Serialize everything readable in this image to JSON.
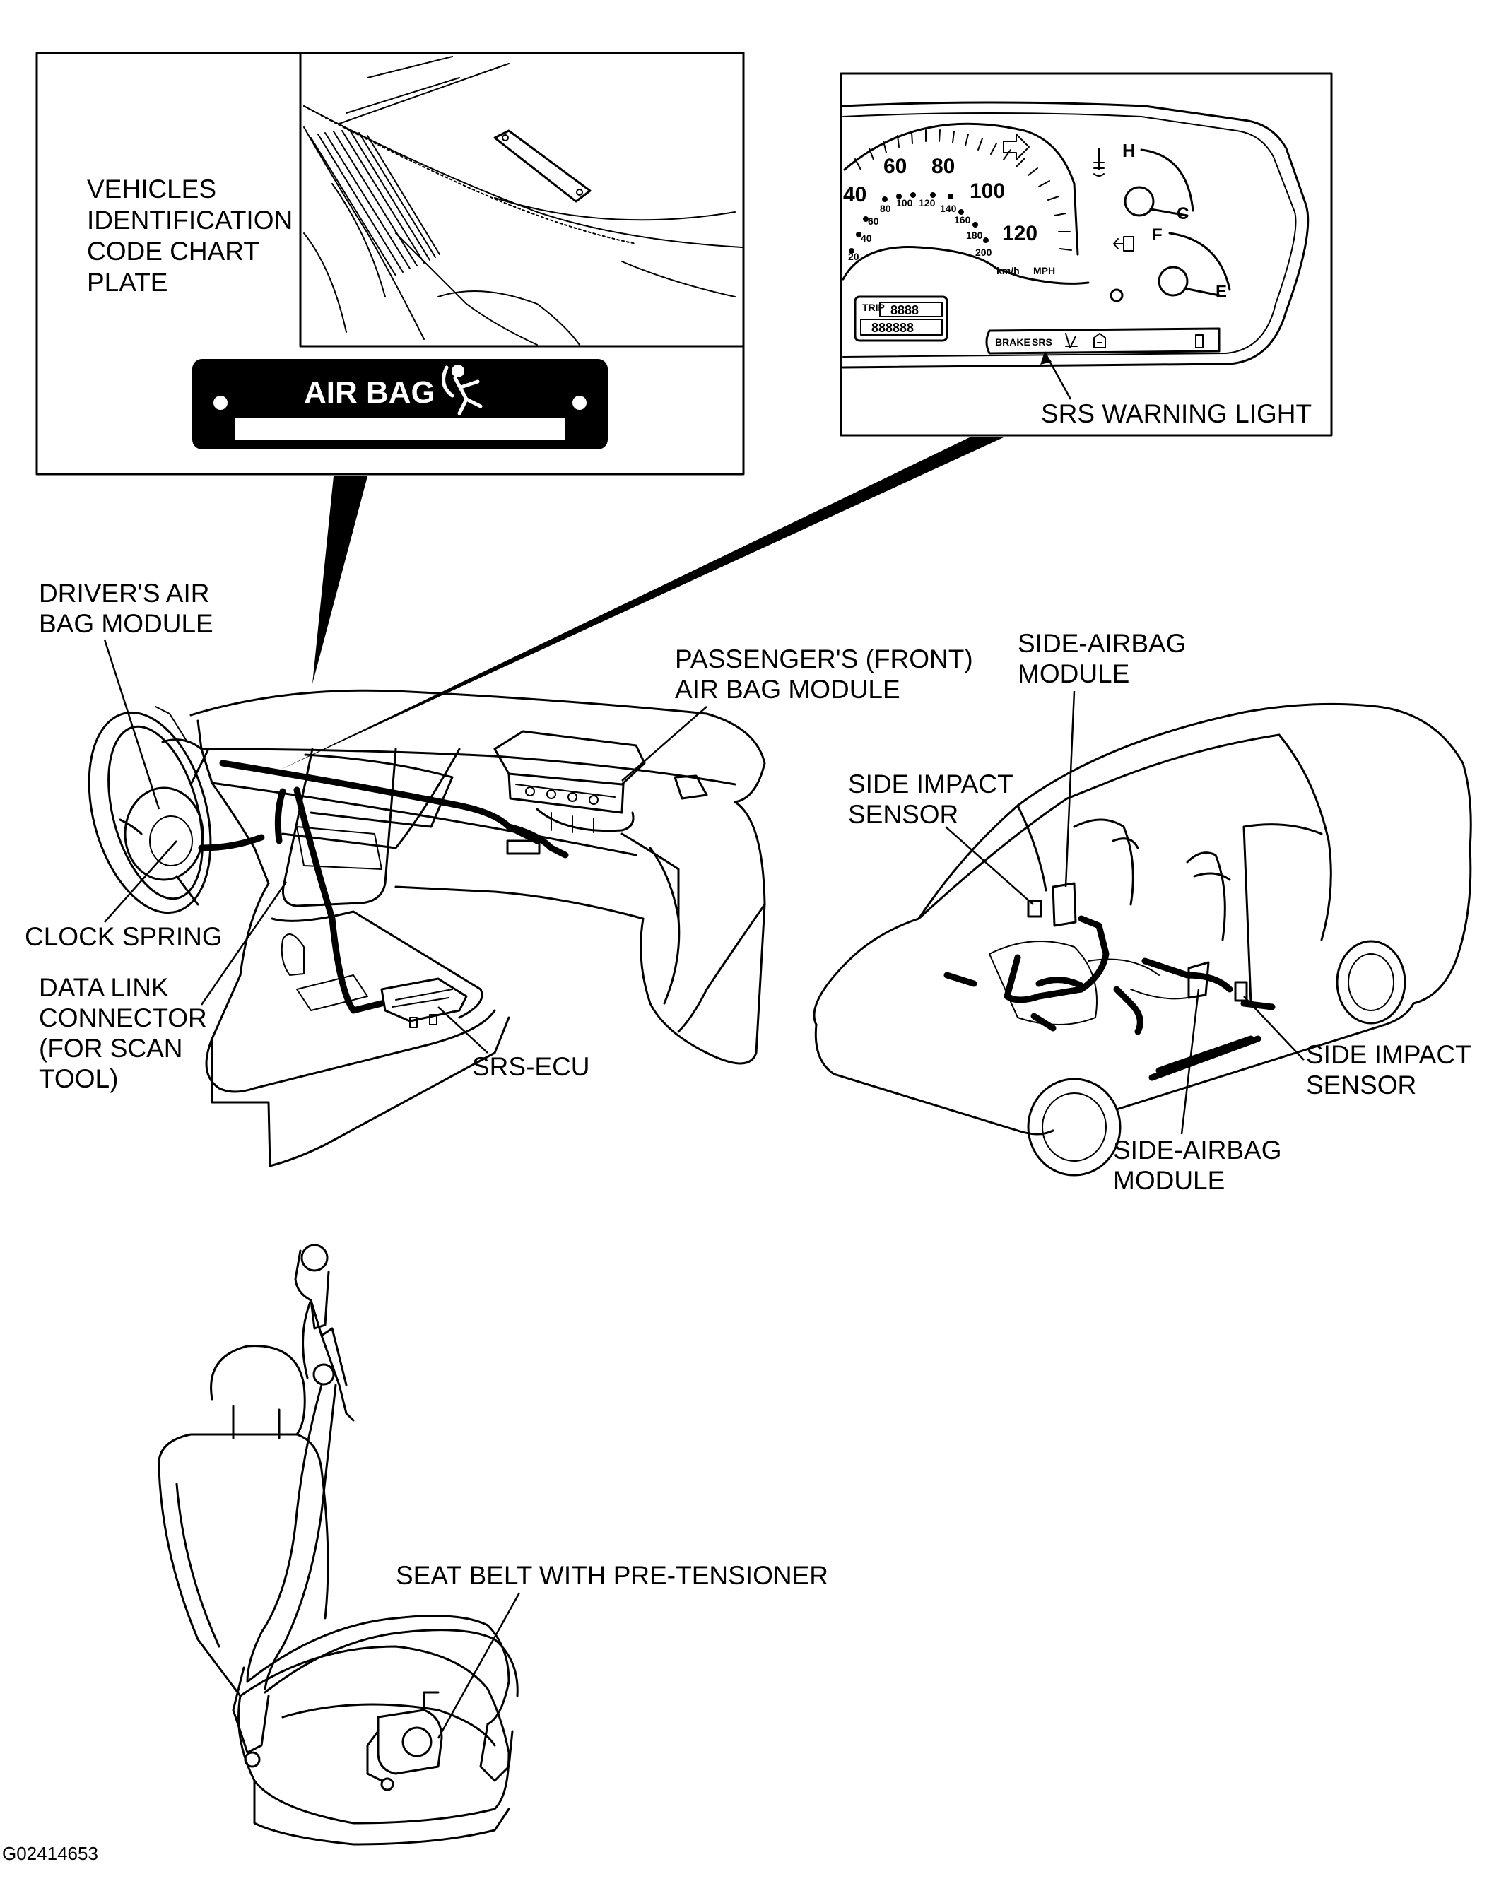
{
  "inset_vin": {
    "label_lines": [
      "VEHICLES",
      "IDENTIFICATION",
      "CODE CHART",
      "PLATE"
    ],
    "plate_text": "AIR BAG"
  },
  "inset_cluster": {
    "speed_ticks": [
      "60",
      "80",
      "100",
      "120"
    ],
    "kmh_ticks": [
      "40",
      "60",
      "80",
      "100",
      "120",
      "140",
      "160",
      "180",
      "200",
      "20",
      "40"
    ],
    "units_kmh": "km/h",
    "units_mph": "MPH",
    "temp_hot": "H",
    "temp_cold": "C",
    "fuel_full": "F",
    "fuel_empty": "E",
    "odo_trip": "TRIP",
    "odo_digits_1": "8888",
    "odo_digits_2": "888888",
    "lamp_brake": "BRAKE",
    "lamp_srs": "SRS",
    "label": "SRS WARNING LIGHT"
  },
  "dash_labels": {
    "driver_airbag": [
      "DRIVER'S AIR",
      "BAG MODULE"
    ],
    "passenger_airbag": [
      "PASSENGER'S (FRONT)",
      "AIR BAG MODULE"
    ],
    "clock_spring": "CLOCK SPRING",
    "data_link": [
      "DATA LINK",
      "CONNECTOR",
      "(FOR SCAN",
      "TOOL)"
    ],
    "srs_ecu": "SRS-ECU"
  },
  "car_labels": {
    "side_airbag_top": [
      "SIDE-AIRBAG",
      "MODULE"
    ],
    "side_impact_left": [
      "SIDE IMPACT",
      "SENSOR"
    ],
    "side_impact_right": [
      "SIDE IMPACT",
      "SENSOR"
    ],
    "side_airbag_bottom": [
      "SIDE-AIRBAG",
      "MODULE"
    ]
  },
  "seat_label": "SEAT BELT WITH PRE-TENSIONER",
  "figure_id": "G02414653"
}
